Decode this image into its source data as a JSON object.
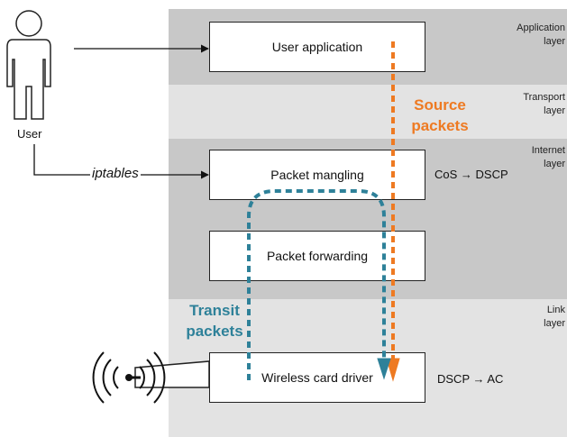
{
  "layers": [
    {
      "label": "Application layer",
      "color": "#c8c8c8"
    },
    {
      "label": "Transport layer",
      "color": "#e3e3e3"
    },
    {
      "label": "Internet layer",
      "color": "#c8c8c8"
    },
    {
      "label": "Link layer",
      "color": "#e3e3e3"
    }
  ],
  "layer_labels": {
    "application": [
      "Application",
      "layer"
    ],
    "transport": [
      "Transport",
      "layer"
    ],
    "internet": [
      "Internet",
      "layer"
    ],
    "link": [
      "Link",
      "layer"
    ]
  },
  "boxes": {
    "user_application": "User application",
    "packet_mangling": "Packet mangling",
    "packet_forwarding": "Packet forwarding",
    "wireless_card_driver": "Wireless card driver"
  },
  "notes": {
    "cos_dscp": "CoS → DSCP",
    "dscp_ac": "DSCP → AC"
  },
  "user": {
    "label": "User",
    "tool": "iptables"
  },
  "flows": {
    "source": {
      "label": [
        "Source",
        "packets"
      ],
      "color": "#ee7a22"
    },
    "transit": {
      "label": [
        "Transit",
        "packets"
      ],
      "color": "#2e8199"
    }
  }
}
